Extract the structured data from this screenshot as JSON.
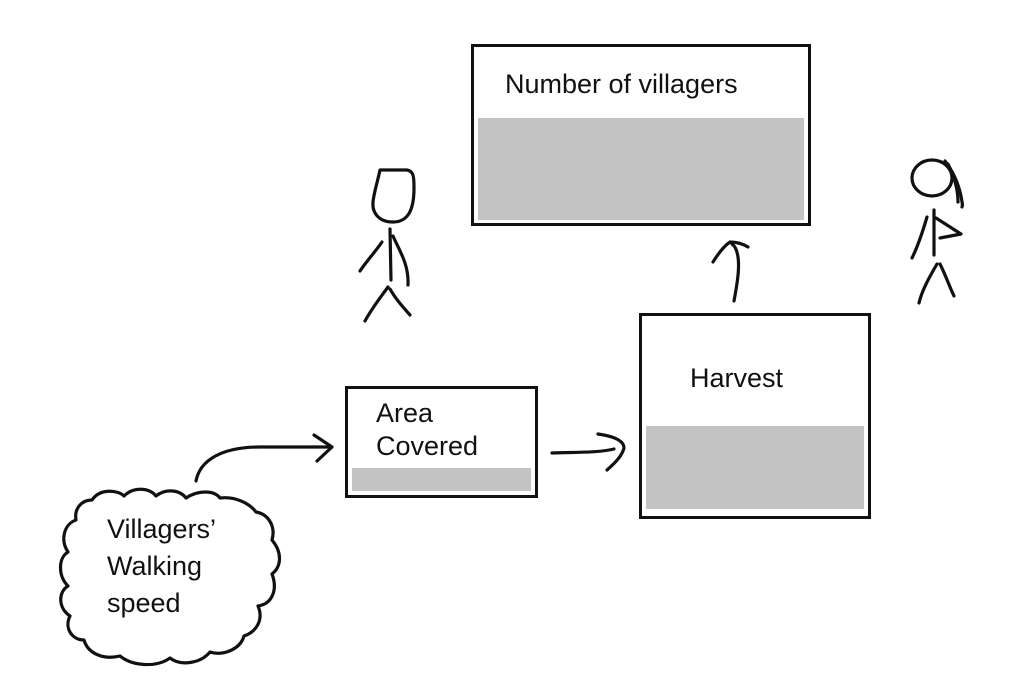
{
  "diagram": {
    "type": "causal-flow",
    "nodes": {
      "walking_speed": {
        "shape": "cloud",
        "lines": [
          "Villagers’",
          "Walking",
          "speed"
        ]
      },
      "area_covered": {
        "shape": "stock-box",
        "lines": [
          "Area",
          "Covered"
        ]
      },
      "harvest": {
        "shape": "stock-box",
        "label": "Harvest"
      },
      "number_of_villagers": {
        "shape": "stock-box",
        "label": "Number of villagers"
      }
    },
    "edges": [
      {
        "from": "walking_speed",
        "to": "area_covered"
      },
      {
        "from": "area_covered",
        "to": "harvest"
      },
      {
        "from": "harvest",
        "to": "number_of_villagers"
      }
    ],
    "figures": [
      {
        "name": "stick-figure-man"
      },
      {
        "name": "stick-figure-woman"
      }
    ],
    "colors": {
      "stroke": "#111111",
      "stock_fill": "#c3c3c3",
      "background": "#ffffff"
    }
  }
}
